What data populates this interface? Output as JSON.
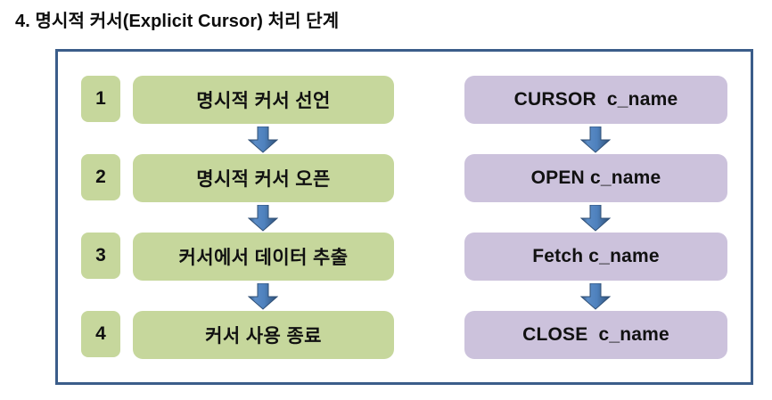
{
  "slide": {
    "title": "4. 명시적 커서(Explicit Cursor) 처리 단계"
  },
  "colors": {
    "frame_border": "#3B5D8A",
    "step_green": "#C6D79C",
    "syntax_purple": "#CCC2DC",
    "arrow_blue": "#4E81BD",
    "arrow_blue_dark": "#35587F",
    "text": "#111111",
    "background": "#FFFFFF"
  },
  "diagram": {
    "type": "flowchart",
    "columns": [
      "step",
      "syntax"
    ],
    "rows": [
      {
        "number": "1",
        "step_label": "명시적 커서 선언",
        "syntax_label": "CURSOR  c_name",
        "arrow_below": true
      },
      {
        "number": "2",
        "step_label": "명시적 커서 오픈",
        "syntax_label": "OPEN c_name",
        "arrow_below": true
      },
      {
        "number": "3",
        "step_label": "커서에서 데이터 추출",
        "syntax_label": "Fetch c_name",
        "arrow_below": true
      },
      {
        "number": "4",
        "step_label": "커서 사용 종료",
        "syntax_label": "CLOSE  c_name",
        "arrow_below": false
      }
    ],
    "arrow_icon": "arrow-down-icon"
  }
}
